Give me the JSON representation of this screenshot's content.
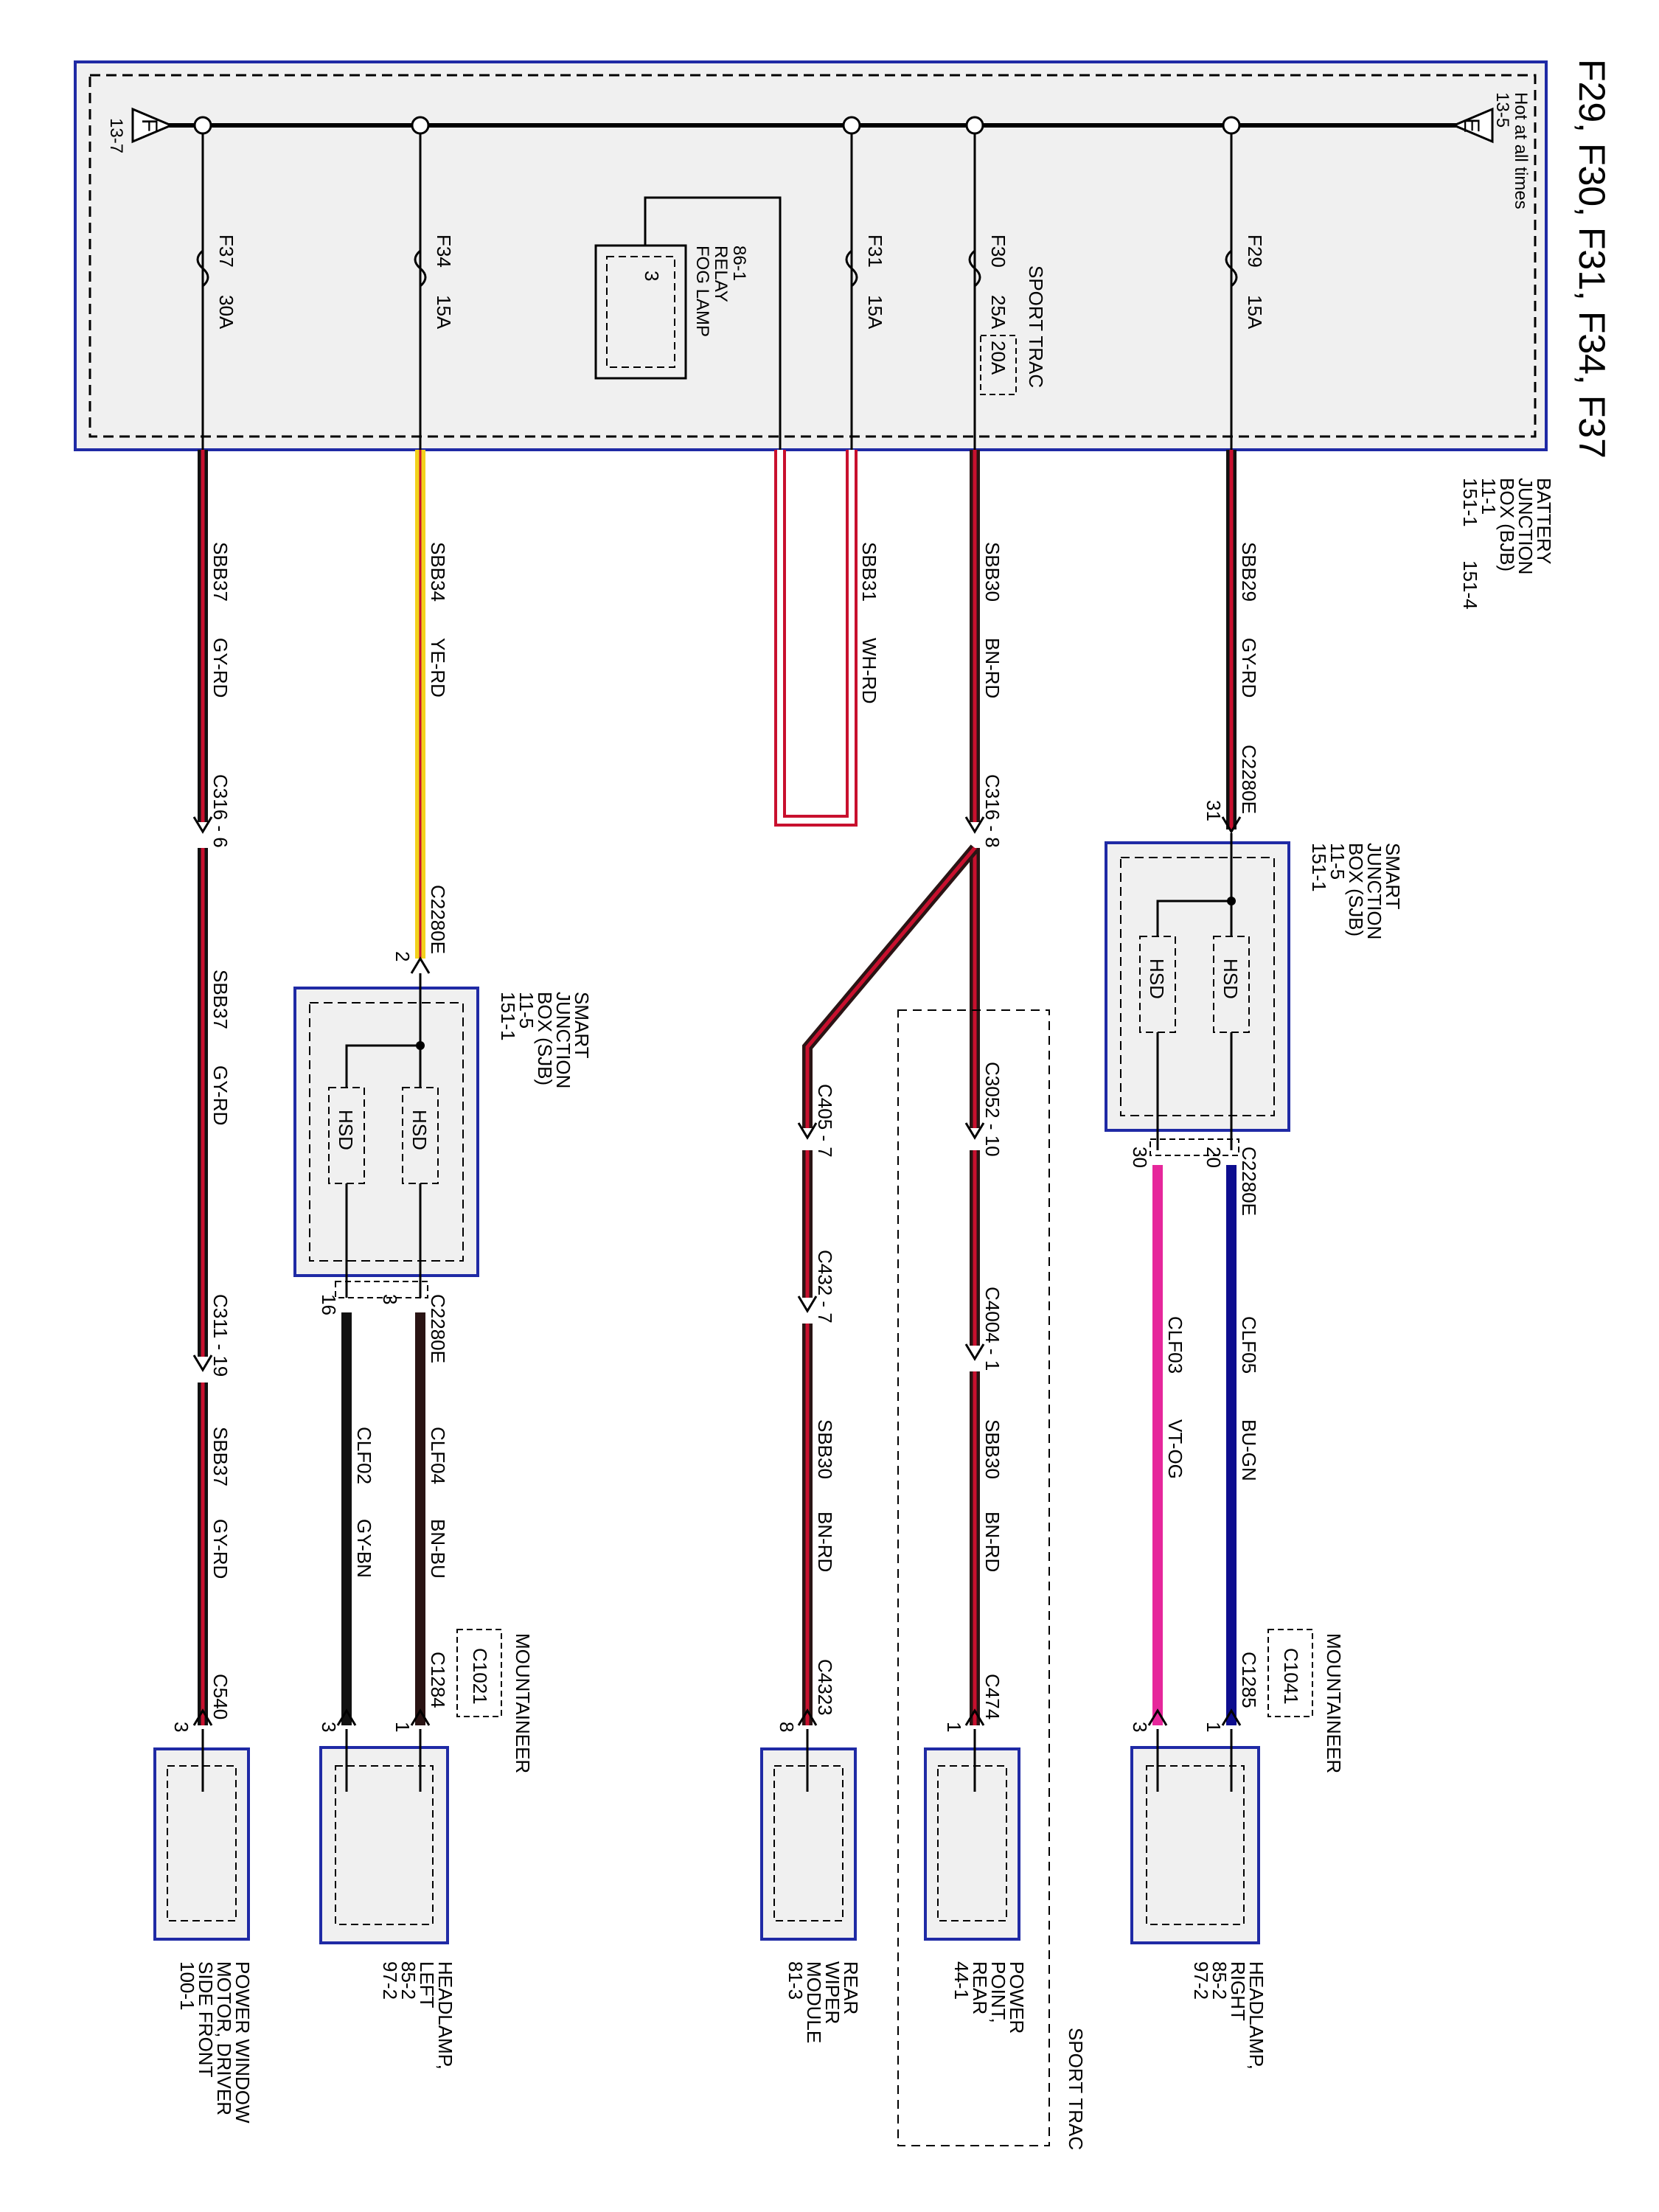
{
  "title": "F29, F30, F31, F34, F37",
  "colors": {
    "box_border": "#1f2aa5",
    "box_fill": "#f0f0f0",
    "wire_red": "#c8102e",
    "wire_black": "#111111",
    "wire_yellow": "#f2d21c",
    "wire_white": "#ffffff",
    "wire_blue": "#0d0d8f",
    "wire_pink": "#e6279b",
    "wire_brown": "#2a1414"
  },
  "bjb": {
    "name": "BATTERY JUNCTION BOX (BJB)",
    "name_lines": [
      "BATTERY",
      "JUNCTION",
      "BOX (BJB)"
    ],
    "refs": [
      "11-1",
      "151-1",
      "151-4"
    ],
    "bus_left_ref": "13-7",
    "bus_left_letter": "F",
    "bus_right_ref": "13-5",
    "bus_right_letter": "E",
    "hot_label": "Hot at all times",
    "fog_relay": {
      "lines": [
        "FOG LAMP",
        "RELAY",
        "86-1"
      ],
      "pin": "3"
    },
    "sport_trac_label": "SPORT TRAC",
    "fuses": [
      {
        "id": "F29",
        "rating": "15A"
      },
      {
        "id": "F30",
        "rating": "25A",
        "alt_rating": "20A"
      },
      {
        "id": "F31",
        "rating": "15A"
      },
      {
        "id": "F34",
        "rating": "15A"
      },
      {
        "id": "F37",
        "rating": "30A"
      }
    ]
  },
  "wires": {
    "sbb29": {
      "circuit": "SBB29",
      "color": "GY-RD"
    },
    "sbb30": {
      "circuit": "SBB30",
      "color": "BN-RD"
    },
    "sbb31": {
      "circuit": "SBB31",
      "color": "WH-RD"
    },
    "sbb34": {
      "circuit": "SBB34",
      "color": "YE-RD"
    },
    "sbb37": {
      "circuit": "SBB37",
      "color": "GY-RD"
    },
    "clf05": {
      "circuit": "CLF05",
      "color": "BU-GN"
    },
    "clf03": {
      "circuit": "CLF03",
      "color": "VT-OG"
    },
    "clf04": {
      "circuit": "CLF04",
      "color": "BN-BU"
    },
    "clf02": {
      "circuit": "CLF02",
      "color": "GY-BN"
    }
  },
  "sjb": {
    "lines": [
      "SMART",
      "JUNCTION",
      "BOX (SJB)",
      "11-5",
      "151-1"
    ],
    "hsd": "HSD"
  },
  "connectors": {
    "c2280e": "C2280E",
    "c316_8": "C316 - 8",
    "c316_6": "C316 - 6",
    "c3052_10": "C3052 - 10",
    "c4004_1": "C4004 - 1",
    "c405_7": "C405 - 7",
    "c432_7": "C432 - 7",
    "c311_19": "C311 - 19",
    "c1285": "C1285",
    "c1041": "C1041",
    "c474": "C474",
    "c4323": "C4323",
    "c1284": "C1284",
    "c1021": "C1021",
    "c540": "C540"
  },
  "pins": {
    "p31": "31",
    "p20": "20",
    "p30": "30",
    "p2": "2",
    "p3": "3",
    "p16": "16",
    "p1": "1",
    "p8": "8"
  },
  "mountaineer": "MOUNTAINEER",
  "sport_trac": "SPORT TRAC",
  "components": {
    "headlamp_right": [
      "HEADLAMP,",
      "RIGHT",
      "85-2",
      "97-2"
    ],
    "power_point": [
      "POWER",
      "POINT,",
      "REAR",
      "44-1"
    ],
    "rear_wiper": [
      "REAR",
      "WIPER",
      "MODULE",
      "81-3"
    ],
    "headlamp_left": [
      "HEADLAMP,",
      "LEFT",
      "85-2",
      "97-2"
    ],
    "power_window": [
      "POWER WINDOW",
      "MOTOR, DRIVER",
      "SIDE FRONT",
      "100-1"
    ]
  }
}
